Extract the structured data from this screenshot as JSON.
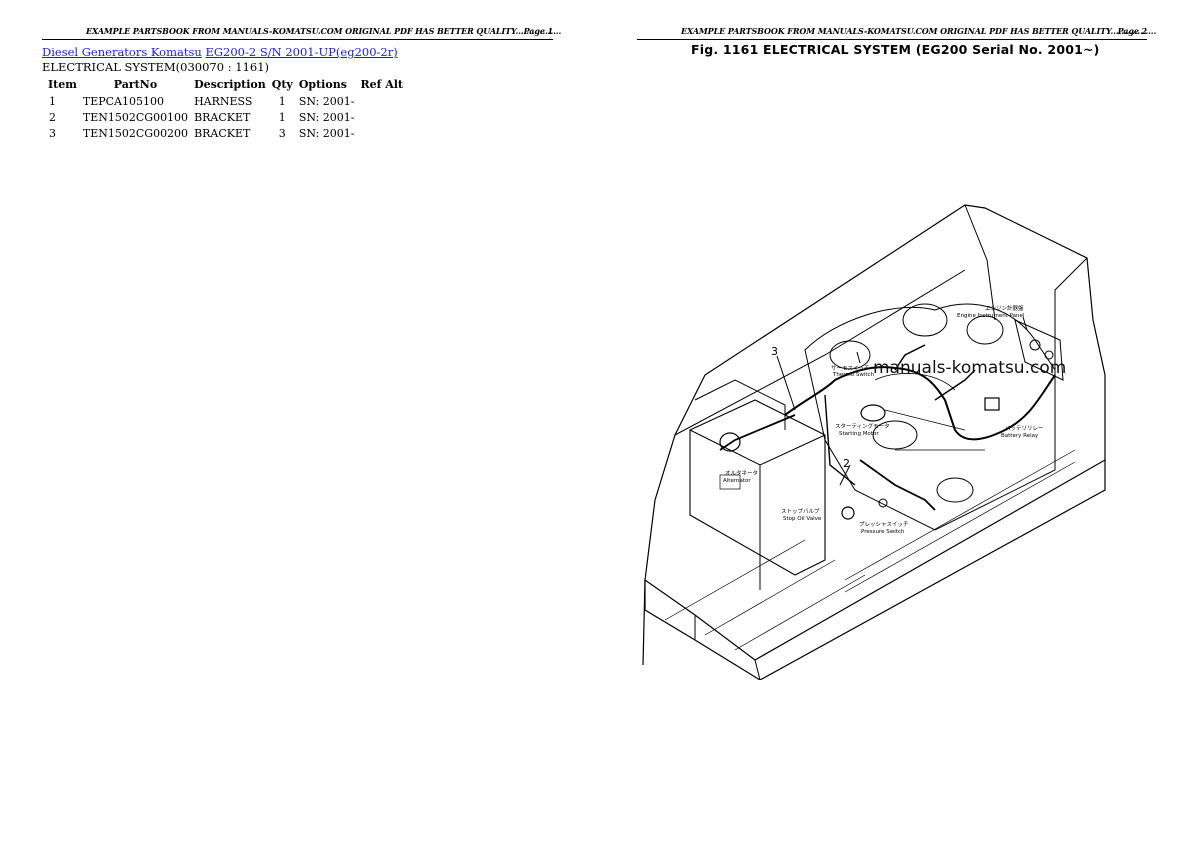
{
  "page1": {
    "header_text": "EXAMPLE PARTSBOOK FROM MANUALS-KOMATSU.COM ORIGINAL PDF HAS BETTER QUALITY.................",
    "page_label": "Page 1",
    "breadcrumb": {
      "link1": "Diesel Generators Komatsu",
      "link2": "EG200-2 S/N 2001-UP(eg200-2r)"
    },
    "section_title": "ELECTRICAL SYSTEM(030070 : 1161)",
    "table": {
      "headers": [
        "Item",
        "PartNo",
        "Description",
        "Qty",
        "Options",
        "Ref Alt"
      ],
      "rows": [
        {
          "item": "1",
          "partno": "TEPCA105100",
          "description": "HARNESS",
          "qty": "1",
          "options": "SN: 2001-",
          "ref": ""
        },
        {
          "item": "2",
          "partno": "TEN1502CG00100",
          "description": "BRACKET",
          "qty": "1",
          "options": "SN: 2001-",
          "ref": ""
        },
        {
          "item": "3",
          "partno": "TEN1502CG00200",
          "description": "BRACKET",
          "qty": "3",
          "options": "SN: 2001-",
          "ref": ""
        }
      ]
    }
  },
  "page2": {
    "header_text": "EXAMPLE PARTSBOOK FROM MANUALS-KOMATSU.COM ORIGINAL PDF HAS BETTER QUALITY.................",
    "page_label": "Page 2",
    "figure_title": "Fig. 1161   ELECTRICAL SYSTEM  (EG200 Serial No. 2001~)",
    "watermark": "manuals-komatsu.com",
    "callouts": {
      "num3": "3",
      "num2": "2",
      "thermo": "Thermo  Switch",
      "engine_panel": "Engine  Instrument  Panel",
      "starting_motor": "Starting  Motor",
      "battery_relay": "Battery  Relay",
      "alternator": "Alternator",
      "stop_valve": "Stop  Oil  Valve",
      "pressure_switch": "Pressure  Switch",
      "jp_thermo": "サーモスイッチ",
      "jp_engine": "エンジン計器盤",
      "jp_starting": "スターティングモータ",
      "jp_battery": "バッテリリレー",
      "jp_alternator": "オルタネータ",
      "jp_stop": "ストップバルブ",
      "jp_pressure": "プレッシャスイッチ"
    }
  }
}
